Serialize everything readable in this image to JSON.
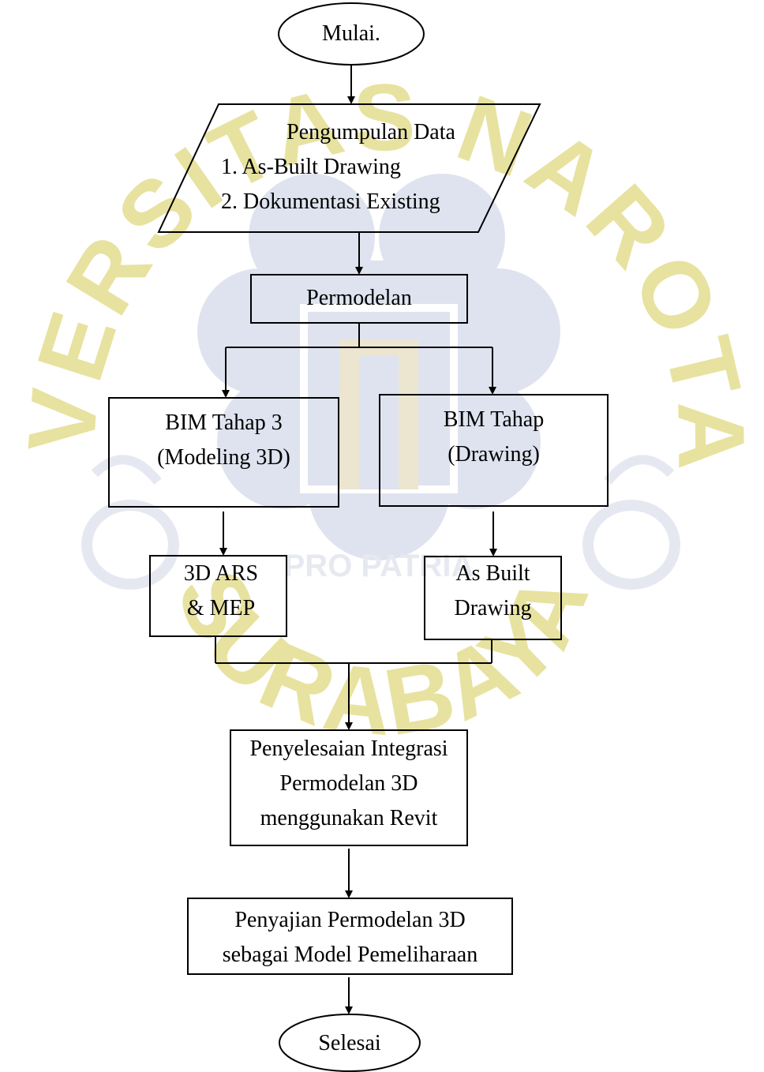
{
  "watermark": {
    "text_top": "UNIVERSITAS NAROTAMA",
    "text_bottom": "SURABAYA",
    "motto": "PRO PATRIA",
    "color": "#e8e2a0",
    "logo_color": "#dfe3ef",
    "logo_accent": "#ece5cf",
    "icon": "university-seal-icon"
  },
  "nodes": {
    "start": {
      "label": "Mulai."
    },
    "data_collection": {
      "title": "Pengumpulan Data",
      "items": [
        "1. As-Built Drawing",
        "2. Dokumentasi Existing"
      ]
    },
    "modeling": {
      "label": "Permodelan"
    },
    "bim_stage3": {
      "line1": "BIM Tahap 3",
      "line2": "(Modeling 3D)"
    },
    "bim_stage": {
      "line1": "BIM Tahap",
      "line2": "(Drawing)"
    },
    "ars_mep": {
      "line1": "3D ARS",
      "line2": "& MEP"
    },
    "as_built": {
      "line1": "As Built",
      "line2": "Drawing"
    },
    "integration": {
      "line1": "Penyelesaian Integrasi",
      "line2": "Permodelan 3D",
      "line3": "menggunakan Revit"
    },
    "presentation": {
      "line1": "Penyajian Permodelan 3D",
      "line2": "sebagai Model Pemeliharaan"
    },
    "end": {
      "label": "Selesai"
    }
  },
  "style": {
    "stroke": "#000000",
    "fill": "#ffffff"
  }
}
